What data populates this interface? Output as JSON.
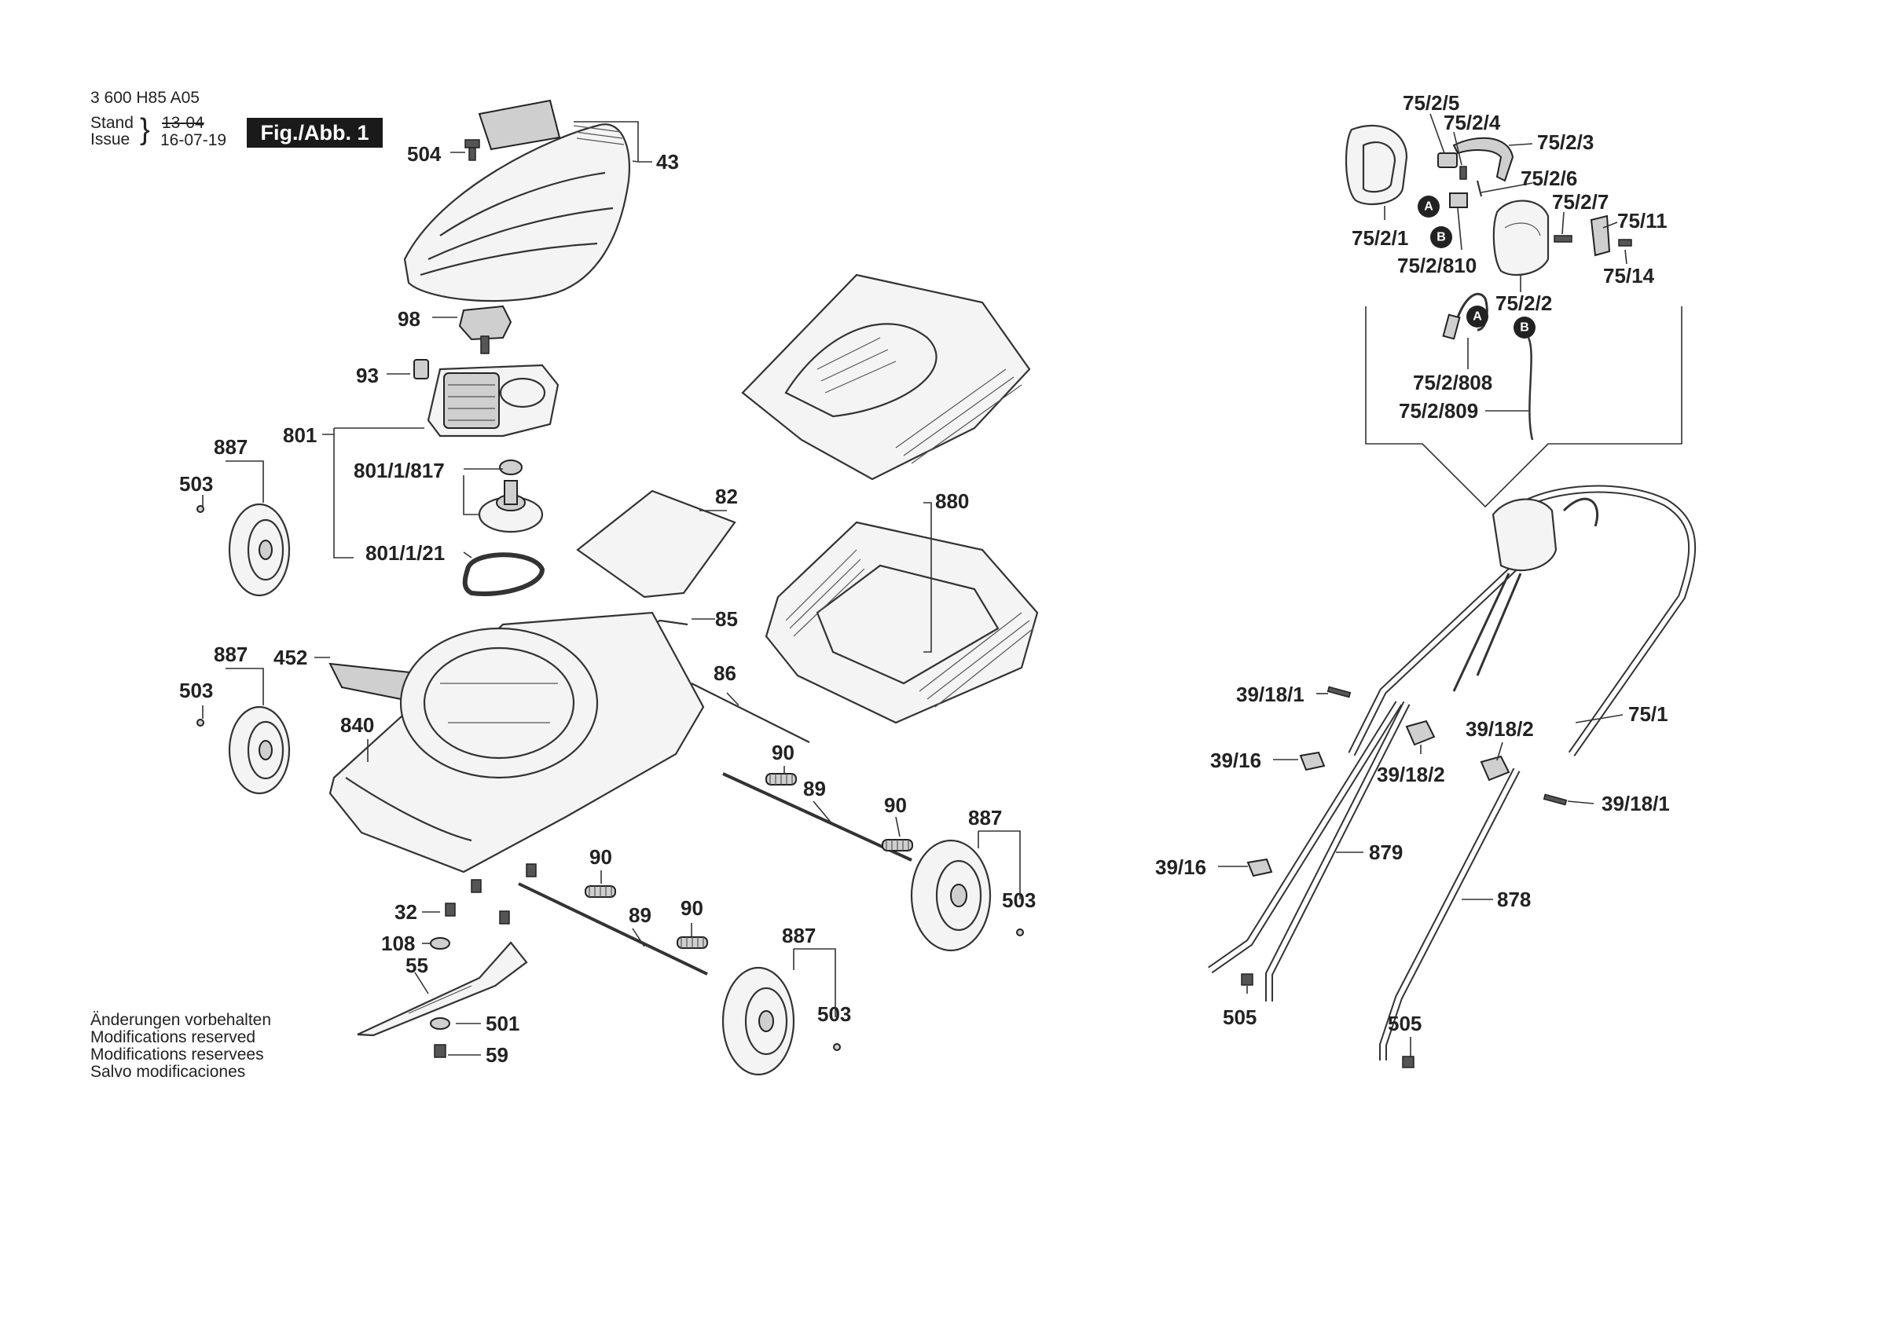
{
  "header": {
    "doc_number": "3 600 H85 A05",
    "stand_label": "Stand",
    "issue_label": "Issue",
    "stand_date_struck": "13-04",
    "issue_date": "16-07-19",
    "figure_badge": "Fig./Abb. 1"
  },
  "notes": [
    "Änderungen vorbehalten",
    "Modifications reserved",
    "Modifications reservees",
    "Salvo modificaciones"
  ],
  "labels": {
    "p504": "504",
    "p43": "43",
    "p98": "98",
    "p93": "93",
    "p801": "801",
    "p887a": "887",
    "p503a": "503",
    "p801_1_817": "801/1/817",
    "p801_1_21": "801/1/21",
    "p82": "82",
    "p85": "85",
    "p880": "880",
    "p887b": "887",
    "p503b": "503",
    "p452": "452",
    "p840": "840",
    "p86": "86",
    "p90a": "90",
    "p89a": "89",
    "p90b": "90",
    "p887c": "887",
    "p503c": "503",
    "p90c": "90",
    "p32": "32",
    "p89b": "89",
    "p90d": "90",
    "p108": "108",
    "p55": "55",
    "p887d": "887",
    "p503d": "503",
    "p501": "501",
    "p59": "59",
    "p75_2_5": "75/2/5",
    "p75_2_4": "75/2/4",
    "p75_2_3": "75/2/3",
    "p75_2_6": "75/2/6",
    "p75_2_7": "75/2/7",
    "p75_11": "75/11",
    "p75_2_1": "75/2/1",
    "p75_2_810": "75/2/810",
    "p75_14": "75/14",
    "p75_2_2": "75/2/2",
    "p75_2_808": "75/2/808",
    "p75_2_809": "75/2/809",
    "p39_18_1a": "39/18/1",
    "p75_1": "75/1",
    "p39_16a": "39/16",
    "p39_18_2a": "39/18/2",
    "p39_18_2b": "39/18/2",
    "p39_18_1b": "39/18/1",
    "p39_16b": "39/16",
    "p879": "879",
    "p878": "878",
    "p505a": "505",
    "p505b": "505"
  },
  "callouts": {
    "A1": "A",
    "B1": "B",
    "A2": "A",
    "B2": "B"
  }
}
